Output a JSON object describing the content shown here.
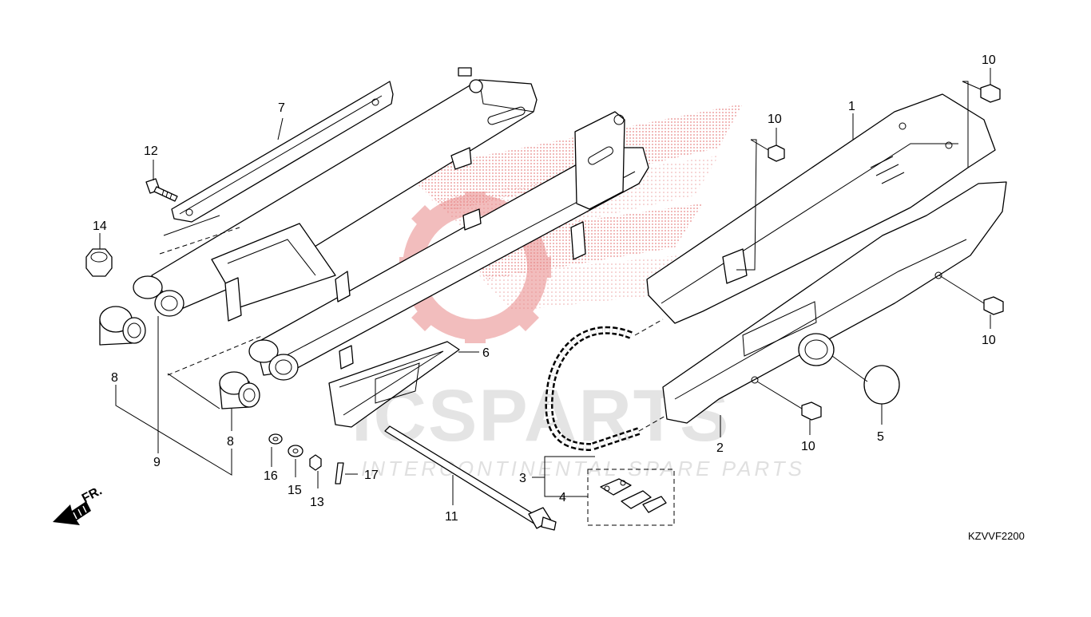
{
  "diagram_code": "KZVVF2200",
  "direction_label": "FR.",
  "watermark": {
    "brand": "ICSPARTS",
    "tagline": "INTERCONTINENTAL SPARE PARTS"
  },
  "callouts": {
    "c1": "1",
    "c2": "2",
    "c3": "3",
    "c4": "4",
    "c5": "5",
    "c6": "6",
    "c7": "7",
    "c8a": "8",
    "c8b": "8",
    "c9": "9",
    "c10a": "10",
    "c10b": "10",
    "c10c": "10",
    "c10d": "10",
    "c11": "11",
    "c12": "12",
    "c13": "13",
    "c14": "14",
    "c15": "15",
    "c16": "16",
    "c17": "17"
  },
  "colors": {
    "watermark_red": "#e06060",
    "watermark_grey": "#cfcfcf",
    "line": "#000000"
  }
}
